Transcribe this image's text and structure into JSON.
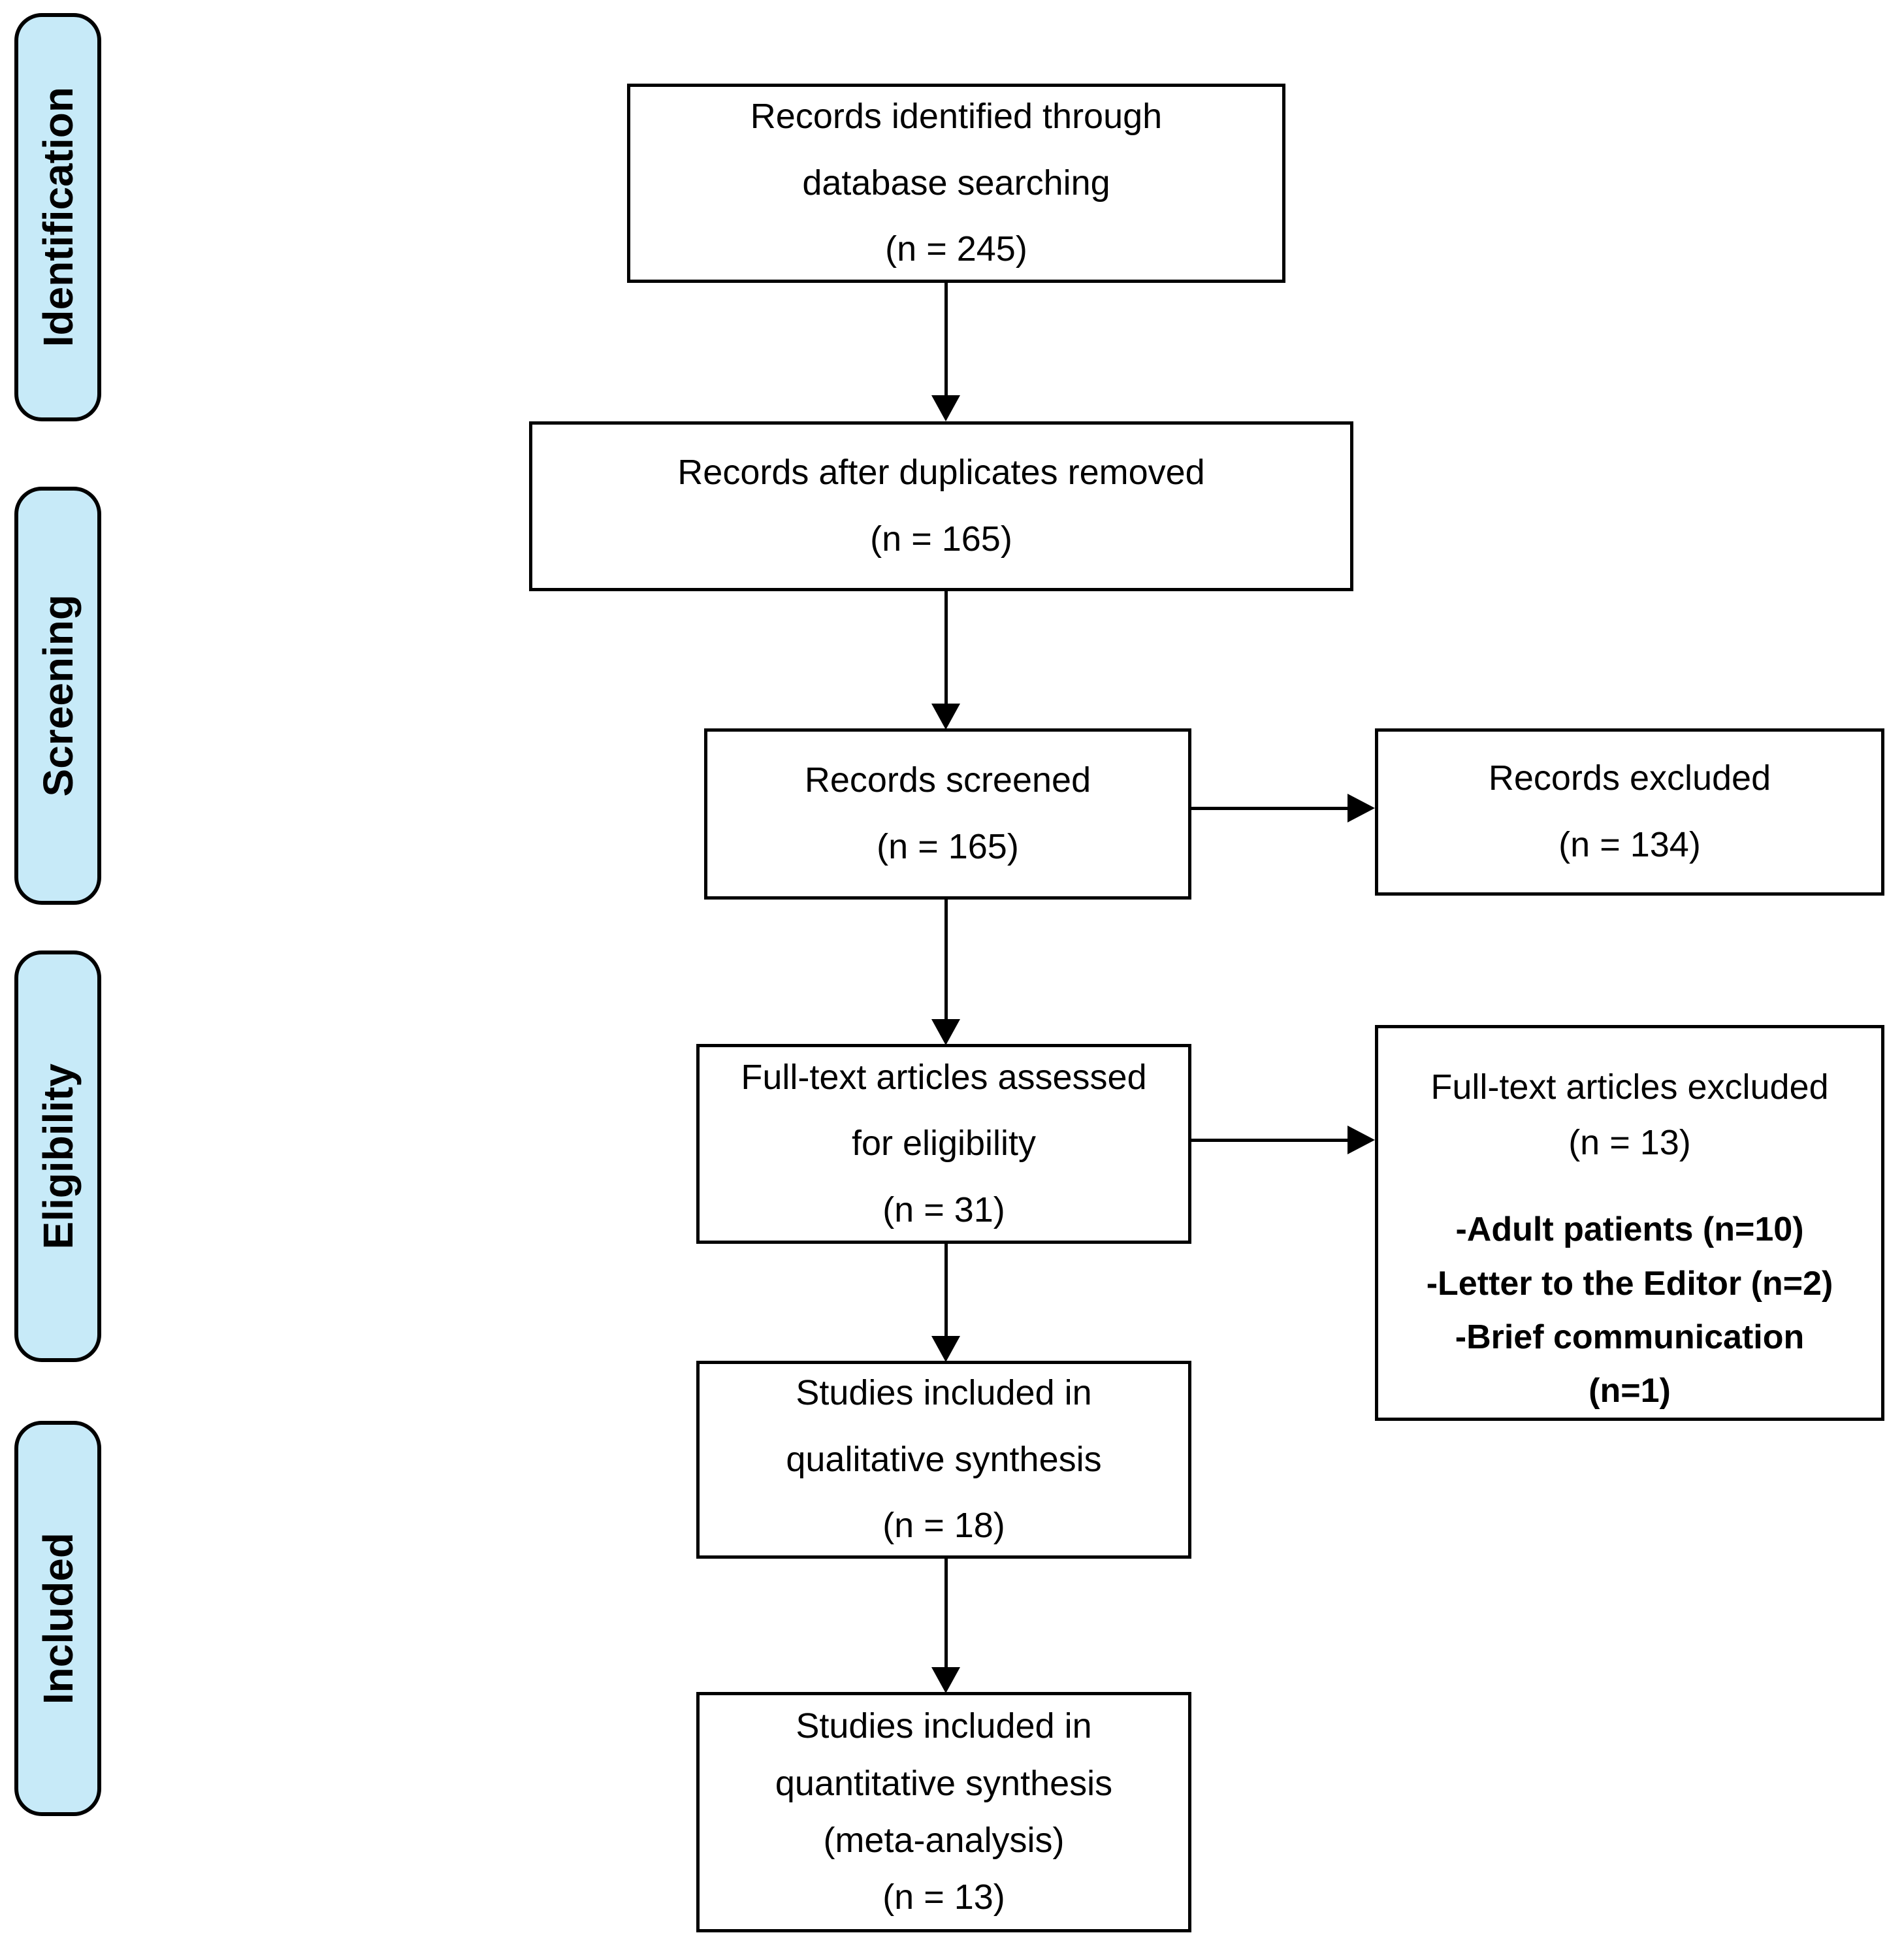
{
  "diagram": {
    "stages": [
      {
        "label": "Identification"
      },
      {
        "label": "Screening"
      },
      {
        "label": "Eligibility"
      },
      {
        "label": "Included"
      }
    ],
    "boxes": {
      "identified": {
        "lines": [
          "Records identified through",
          "database searching",
          "(n = 245)"
        ]
      },
      "duplicates_removed": {
        "lines": [
          "Records after duplicates removed",
          "(n = 165)"
        ]
      },
      "screened": {
        "lines": [
          "Records screened",
          "(n = 165)"
        ]
      },
      "records_excluded": {
        "lines": [
          "Records excluded",
          "(n = 134)"
        ]
      },
      "fulltext_assessed": {
        "lines": [
          "Full-text articles assessed",
          "for eligibility",
          "(n = 31)"
        ]
      },
      "fulltext_excluded": {
        "header_lines": [
          "Full-text articles excluded",
          "(n = 13)"
        ],
        "reason_lines": [
          "-Adult patients (n=10)",
          "-Letter to the Editor (n=2)",
          "-Brief communication",
          "(n=1)"
        ]
      },
      "qualitative_synthesis": {
        "lines": [
          "Studies included in",
          "qualitative synthesis",
          "(n = 18)"
        ]
      },
      "quantitative_synthesis": {
        "lines": [
          "Studies included in",
          "quantitative synthesis",
          "(meta-analysis)",
          "(n = 13)"
        ]
      }
    },
    "colors": {
      "stage_fill": "#C7EAF8",
      "stage_border": "#000000",
      "box_fill": "#FFFFFF",
      "box_border": "#000000",
      "arrow": "#000000",
      "text": "#000000",
      "background": "#FFFFFF"
    }
  }
}
